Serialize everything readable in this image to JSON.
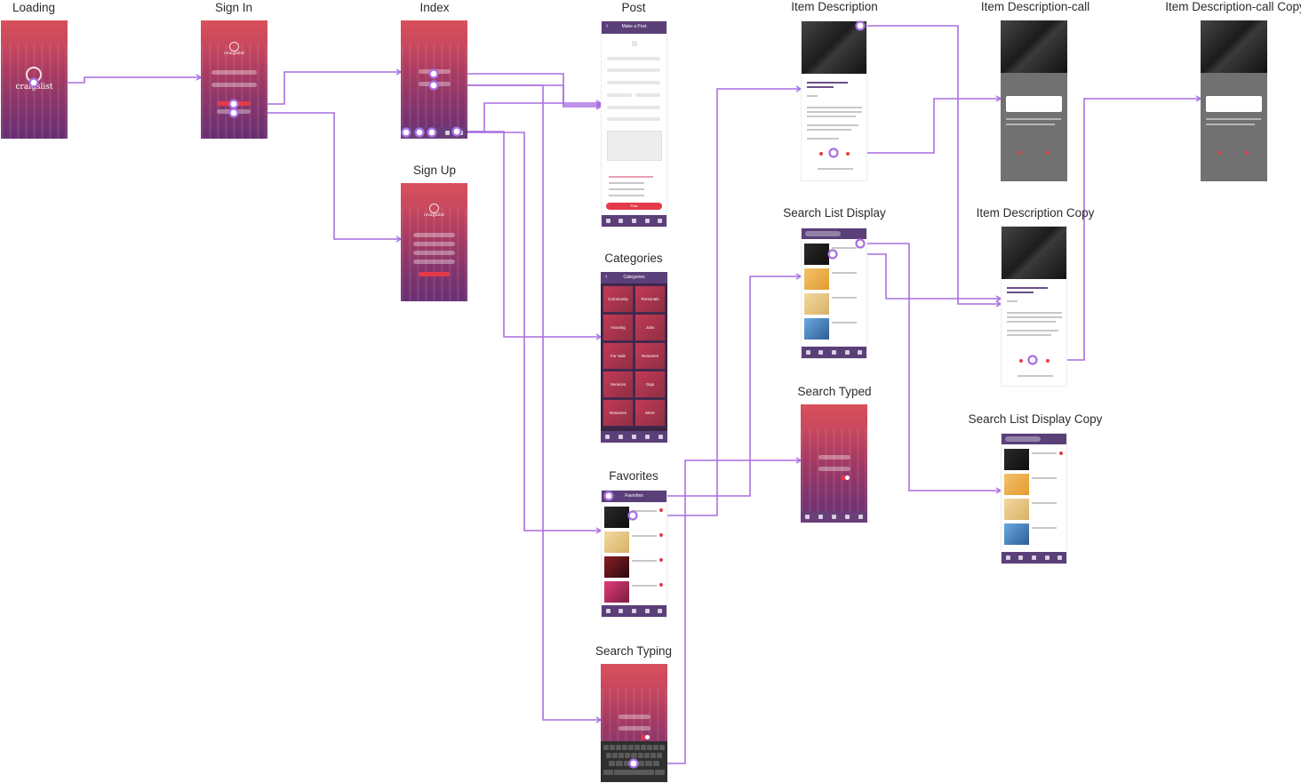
{
  "screens": {
    "loading": {
      "label": "Loading",
      "logo": "craigslist"
    },
    "sign_in": {
      "label": "Sign In",
      "logo": "craigslist"
    },
    "index": {
      "label": "Index"
    },
    "sign_up": {
      "label": "Sign Up",
      "logo": "craigslist"
    },
    "post": {
      "label": "Post",
      "title": "Make a Post",
      "button": "Post"
    },
    "categories": {
      "label": "Categories",
      "title": "Categories",
      "tiles": [
        "Community",
        "Personals",
        "Housing",
        "Jobs",
        "For Sale",
        "Resumes",
        "Services",
        "Gigs",
        "Resumes",
        "More"
      ]
    },
    "favorites": {
      "label": "Favorites",
      "title": "Favorites"
    },
    "search_typing": {
      "label": "Search Typing"
    },
    "item_description": {
      "label": "Item Description"
    },
    "search_list_display": {
      "label": "Search List Display"
    },
    "search_typed": {
      "label": "Search Typed"
    },
    "item_description_call": {
      "label": "Item Description-call"
    },
    "item_description_copy": {
      "label": "Item Description Copy"
    },
    "search_list_display_copy": {
      "label": "Search List Display Copy"
    },
    "item_description_call_copy": {
      "label": "Item Description-call Copy"
    }
  },
  "colors": {
    "link": "#a96fe0",
    "gradient_top": "#d9505a",
    "gradient_bottom": "#7d3d7f",
    "nav_bar": "#5a3f79",
    "accent": "#e33b4a"
  }
}
